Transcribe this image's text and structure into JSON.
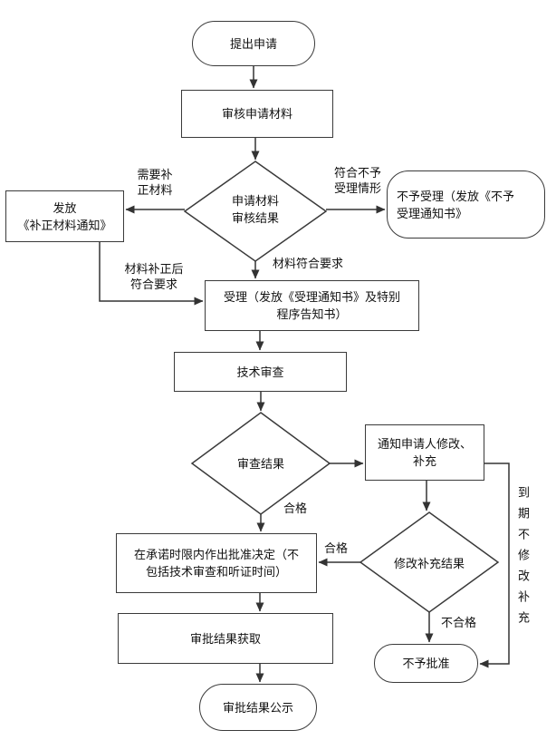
{
  "diagram_type": "flowchart",
  "nodes": {
    "start": {
      "label": "提出申请"
    },
    "review_materials": {
      "label": "审核申请材料"
    },
    "material_review_result": {
      "line1": "申请材料",
      "line2": "审核结果"
    },
    "issue_supplement_notice": {
      "line1": "发放",
      "line2": "《补正材料通知》"
    },
    "not_accepted": {
      "line1": "不予受理（发放《不予",
      "line2": "受理通知书》"
    },
    "accept": {
      "line1": "受理（发放《受理通知书》及特别",
      "line2": "程序告知书）"
    },
    "technical_review": {
      "label": "技术审查"
    },
    "review_result": {
      "label": "审查结果"
    },
    "notify_modify": {
      "line1": "通知申请人修改、",
      "line2": "补充"
    },
    "modify_supplement_result": {
      "label": "修改补充结果"
    },
    "approval_decision": {
      "line1": "在承诺时限内作出批准决定（不",
      "line2": "包括技术审查和听证时间）"
    },
    "result_obtain": {
      "label": "审批结果获取"
    },
    "result_publicity": {
      "label": "审批结果公示"
    },
    "not_approved": {
      "label": "不予批准"
    }
  },
  "edge_labels": {
    "need_supplement": {
      "line1": "需要补",
      "line2": "正材料"
    },
    "meets_rejection": {
      "line1": "符合不予",
      "line2": "受理情形"
    },
    "materials_ok": "材料符合要求",
    "after_supplement": {
      "line1": "材料补正后",
      "line2": "符合要求"
    },
    "qualified_review": "合格",
    "qualified_modify": "合格",
    "unqualified": "不合格",
    "expired_no_modify": "到期不修改补充"
  },
  "colors": {
    "line": "#333333",
    "border": "#3a3a3a",
    "text": "#111111",
    "node_fill": "#ffffff",
    "background": "#ffffff"
  }
}
